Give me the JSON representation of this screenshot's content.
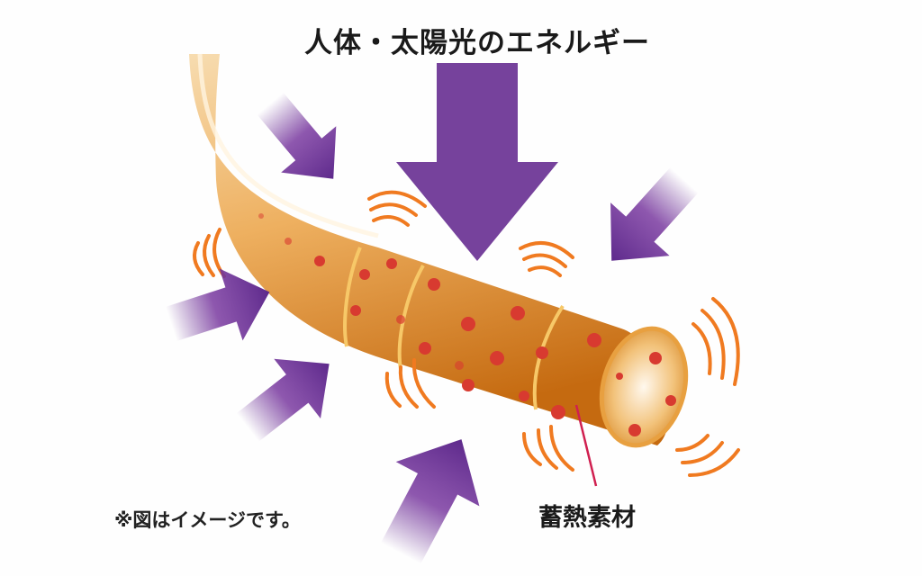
{
  "title": "人体・太陽光のエネルギー",
  "note": "※図はイメージです。",
  "material_label": "蓄熱素材",
  "colors": {
    "arrow": "#6a3294",
    "fiber": "#e8a040",
    "wave": "#f07a20",
    "dot": "#d83a30",
    "pointer": "#d02050"
  }
}
